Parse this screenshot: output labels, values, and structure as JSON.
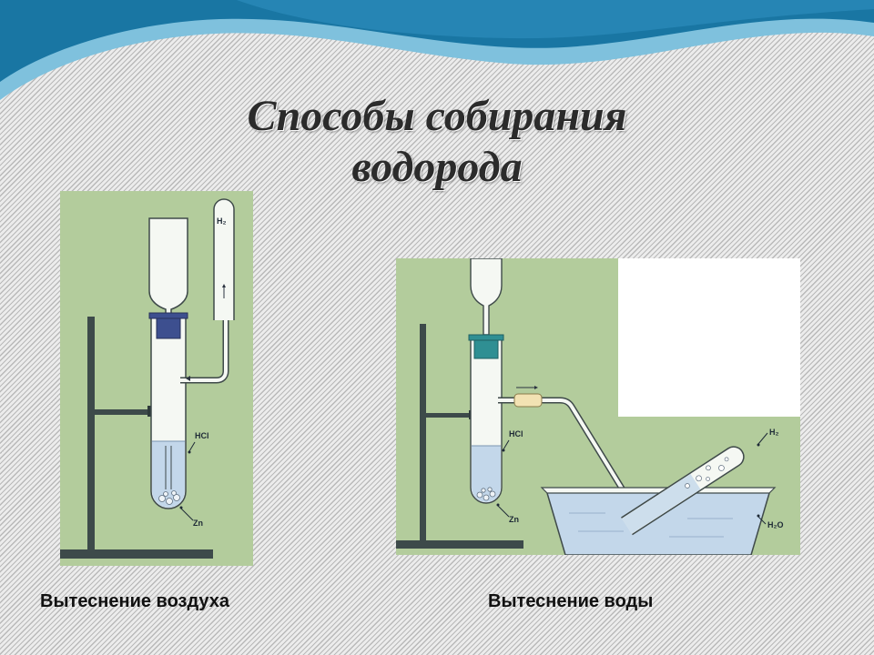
{
  "title": {
    "line1": "Способы собирания",
    "line2": "водорода"
  },
  "left_diagram": {
    "caption": "Вытеснение воздуха",
    "labels": {
      "gas": "H₂",
      "acid": "HCl",
      "metal": "Zn"
    }
  },
  "right_diagram": {
    "caption": "Вытеснение воды",
    "labels": {
      "gas": "H₂",
      "acid": "HCl",
      "metal": "Zn",
      "water": "H₂O"
    }
  },
  "colors": {
    "panel_bg": "#b3cc9c",
    "stand": "#3d4a4a",
    "stopper_left": "#3d4f8f",
    "stopper_right": "#2f8f93",
    "liquid": "#c3d7ea",
    "glass": "#f5f8f3",
    "wave_dark": "#1976a3",
    "wave_light": "#7fc1dd"
  }
}
